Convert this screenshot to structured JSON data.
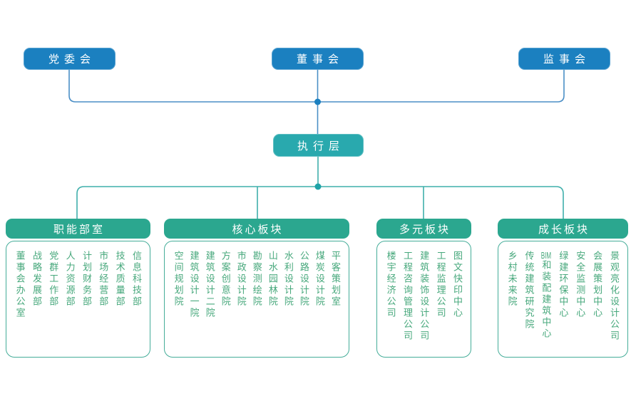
{
  "org_chart": {
    "top_nodes": [
      {
        "label": "党委会"
      },
      {
        "label": "董事会"
      },
      {
        "label": "监事会"
      }
    ],
    "executive_node": {
      "label": "执行层"
    },
    "panels": [
      {
        "title": "职能部室",
        "items": [
          "董事会办公室",
          "战略发展部",
          "党群工作部",
          "人力资源部",
          "计划财务部",
          "市场经营部",
          "技术质量部",
          "信息科技部"
        ]
      },
      {
        "title": "核心板块",
        "items": [
          "空间规划院",
          "建筑设计一院",
          "建筑设计二院",
          "方案创意院",
          "市政设计院",
          "勘察测绘院",
          "山水园林院",
          "水利设计院",
          "公路设计院",
          "煤炭设计院",
          "平客策划室"
        ]
      },
      {
        "title": "多元板块",
        "items": [
          "楼宇经济公司",
          "工程咨询管理公司",
          "建筑装饰设计公司",
          "工程监理公司",
          "图文快印中心"
        ]
      },
      {
        "title": "成长板块",
        "items": [
          "乡村未来院",
          "传统建筑研究院",
          "BIM和装配建筑中心",
          "绿建环保中心",
          "安全监测中心",
          "会展策划中心",
          "景观亮化设计公司"
        ]
      }
    ],
    "colors": {
      "top_box": "#1b80c0",
      "executive_box": "#29a9ae",
      "panel_header": "#2ba78f",
      "panel_border": "#45ad99",
      "item_text": "#47a87c",
      "blue_line": "#4b8fc6",
      "blue_dot": "#1b80c0",
      "teal_line": "#3fafab",
      "teal_dot": "#1fa3a8"
    }
  }
}
